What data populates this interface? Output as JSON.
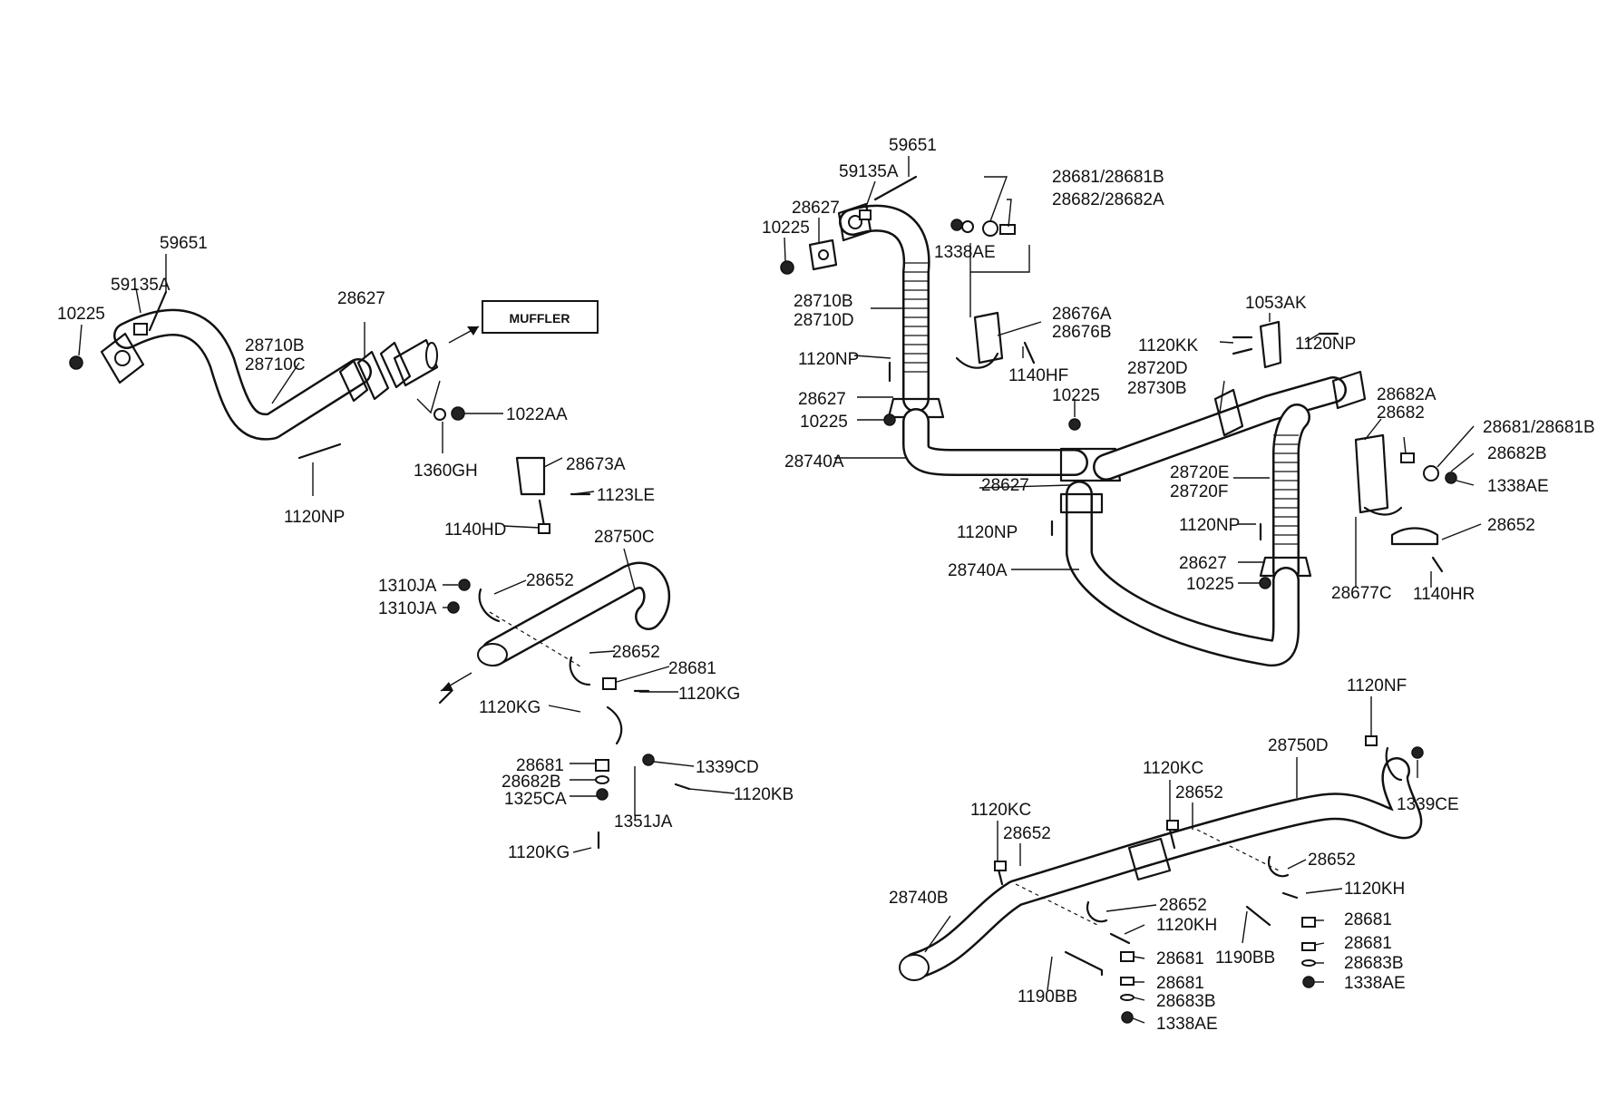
{
  "callout": {
    "muffler": "MUFFLER"
  },
  "assembly_front": {
    "bolt_59651": "59651",
    "washer_59135A": "59135A",
    "nut_10225": "10225",
    "pipe_28710B": "28710B",
    "pipe_28710C": "28710C",
    "gasket_28627": "28627",
    "nut_1022AA": "1022AA",
    "washer_1360GH": "1360GH",
    "bolt_1120NP": "1120NP"
  },
  "assembly_tail": {
    "bracket_28673A": "28673A",
    "bolt_1123LE": "1123LE",
    "bolt_1140HD": "1140HD",
    "pipe_28750C": "28750C",
    "nut_1310JA_a": "1310JA",
    "nut_1310JA_b": "1310JA",
    "clamp_28652_a": "28652",
    "clamp_28652_b": "28652",
    "rubber_28681_a": "28681",
    "bolt_1120KG_a": "1120KG",
    "bolt_1120KG_b": "1120KG",
    "rubber_28681_b": "28681",
    "washer_28682B": "28682B",
    "nut_1325CA": "1325CA",
    "nut_1339CD": "1339CD",
    "bolt_1120KB": "1120KB",
    "bracket_1351JA": "1351JA",
    "bolt_1120KG_c": "1120KG"
  },
  "assembly_dual": {
    "bolt_59651": "59651",
    "washer_59135A": "59135A",
    "gasket_28627_top": "28627",
    "nut_10225_top": "10225",
    "rubber_28681_28681B": "28681/28681B",
    "washer_28682_28682A": "28682/28682A",
    "nut_1338AE_top": "1338AE",
    "pipe_28710B": "28710B",
    "pipe_28710D": "28710D",
    "bracket_28676A": "28676A",
    "bracket_28676B": "28676B",
    "bolt_1140HF": "1140HF",
    "bolt_1120NP_left": "1120NP",
    "gasket_28627_left": "28627",
    "nut_10225_left": "10225",
    "pipe_28740A_upper": "28740A",
    "bracket_1053AK": "1053AK",
    "bolt_1120KK": "1120KK",
    "bolt_1120NP_right_top": "1120NP",
    "pipe_28720D": "28720D",
    "pipe_28730B": "28730B",
    "nut_10225_mid": "10225",
    "washer_28682A": "28682A",
    "washer_28682": "28682",
    "rubber_28681_28681B_right": "28681/28681B",
    "washer_28682B": "28682B",
    "nut_1338AE_right": "1338AE",
    "pipe_28720E": "28720E",
    "pipe_28720F": "28720F",
    "gasket_28627_mid": "28627",
    "bolt_1120NP_mid": "1120NP",
    "bolt_1120NP_right": "1120NP",
    "clamp_28652": "28652",
    "pipe_28740A_lower": "28740A",
    "gasket_28627_right": "28627",
    "nut_10225_right": "10225",
    "bracket_28677C": "28677C",
    "bolt_1140HR": "1140HR"
  },
  "assembly_rear": {
    "bolt_1120NF": "1120NF",
    "pipe_28750D": "28750D",
    "nut_1339CE": "1339CE",
    "bolt_1120KC_a": "1120KC",
    "bolt_1120KC_b": "1120KC",
    "clamp_28652_a": "28652",
    "clamp_28652_b": "28652",
    "clamp_28652_c": "28652",
    "clamp_28652_d": "28652",
    "pipe_28740B": "28740B",
    "bolt_1120KH_a": "1120KH",
    "bolt_1120KH_b": "1120KH",
    "rubber_28681_a": "28681",
    "rubber_28681_b": "28681",
    "rubber_28681_c": "28681",
    "rubber_28681_d": "28681",
    "washer_28683B_a": "28683B",
    "washer_28683B_b": "28683B",
    "nut_1338AE_a": "1338AE",
    "nut_1338AE_b": "1338AE",
    "bolt_1190BB_a": "1190BB",
    "bolt_1190BB_b": "1190BB"
  }
}
